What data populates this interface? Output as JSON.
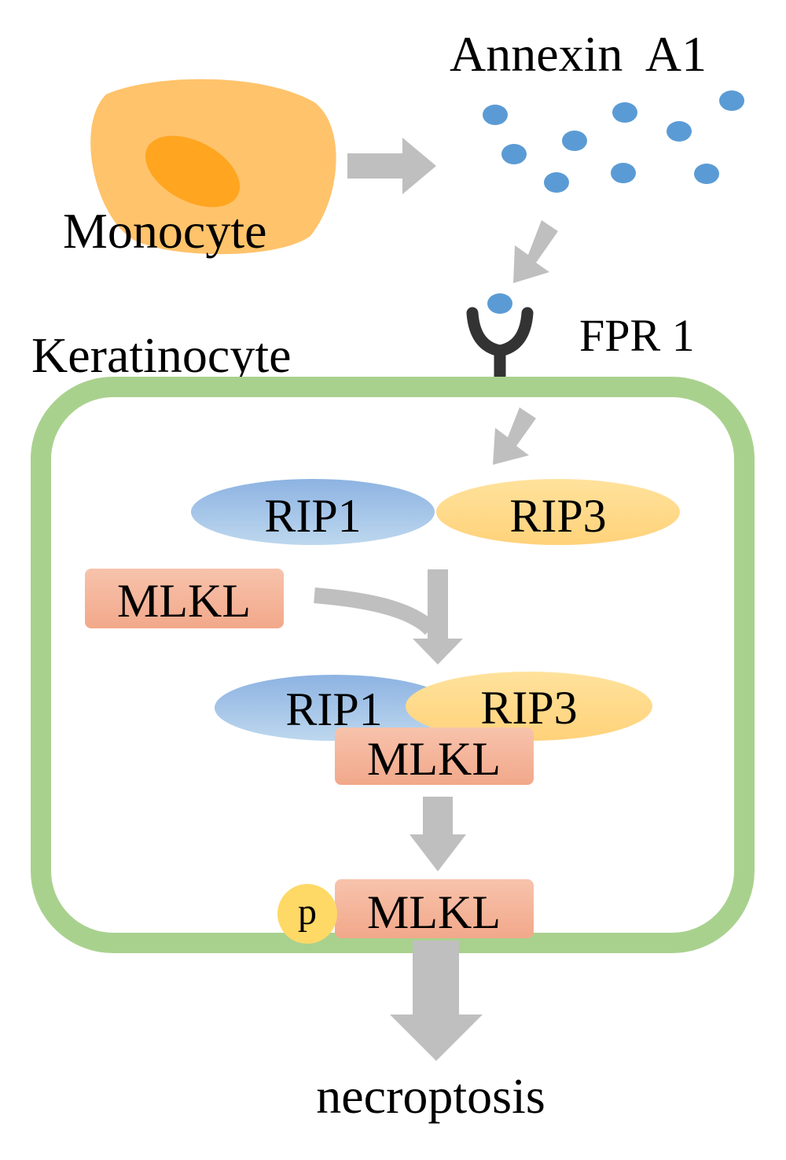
{
  "labels": {
    "annexin": "Annexin  A1",
    "monocyte": "Monocyte",
    "fpr": "FPR 1",
    "keratinocyte": "Keratinocyte",
    "rip1_top": "RIP1",
    "rip3_top": "RIP3",
    "mlkl_free": "MLKL",
    "rip1_complex": "RIP1",
    "rip3_complex": "RIP3",
    "mlkl_complex": "MLKL",
    "phospho": "p",
    "mlkl_phospho": "MLKL",
    "outcome": "necroptosis"
  },
  "colors": {
    "monocyte_body": "#FFC36B",
    "monocyte_nucleus": "#FFA520",
    "annexin_dot": "#5B9BD5",
    "receptor": "#333333",
    "membrane": "#A9D18E",
    "rip1": "#9DC3E6",
    "rip3": "#FFD98A",
    "mlkl": "#F4B39A",
    "phospho": "#FFD966",
    "arrow": "#BFBFBF"
  }
}
